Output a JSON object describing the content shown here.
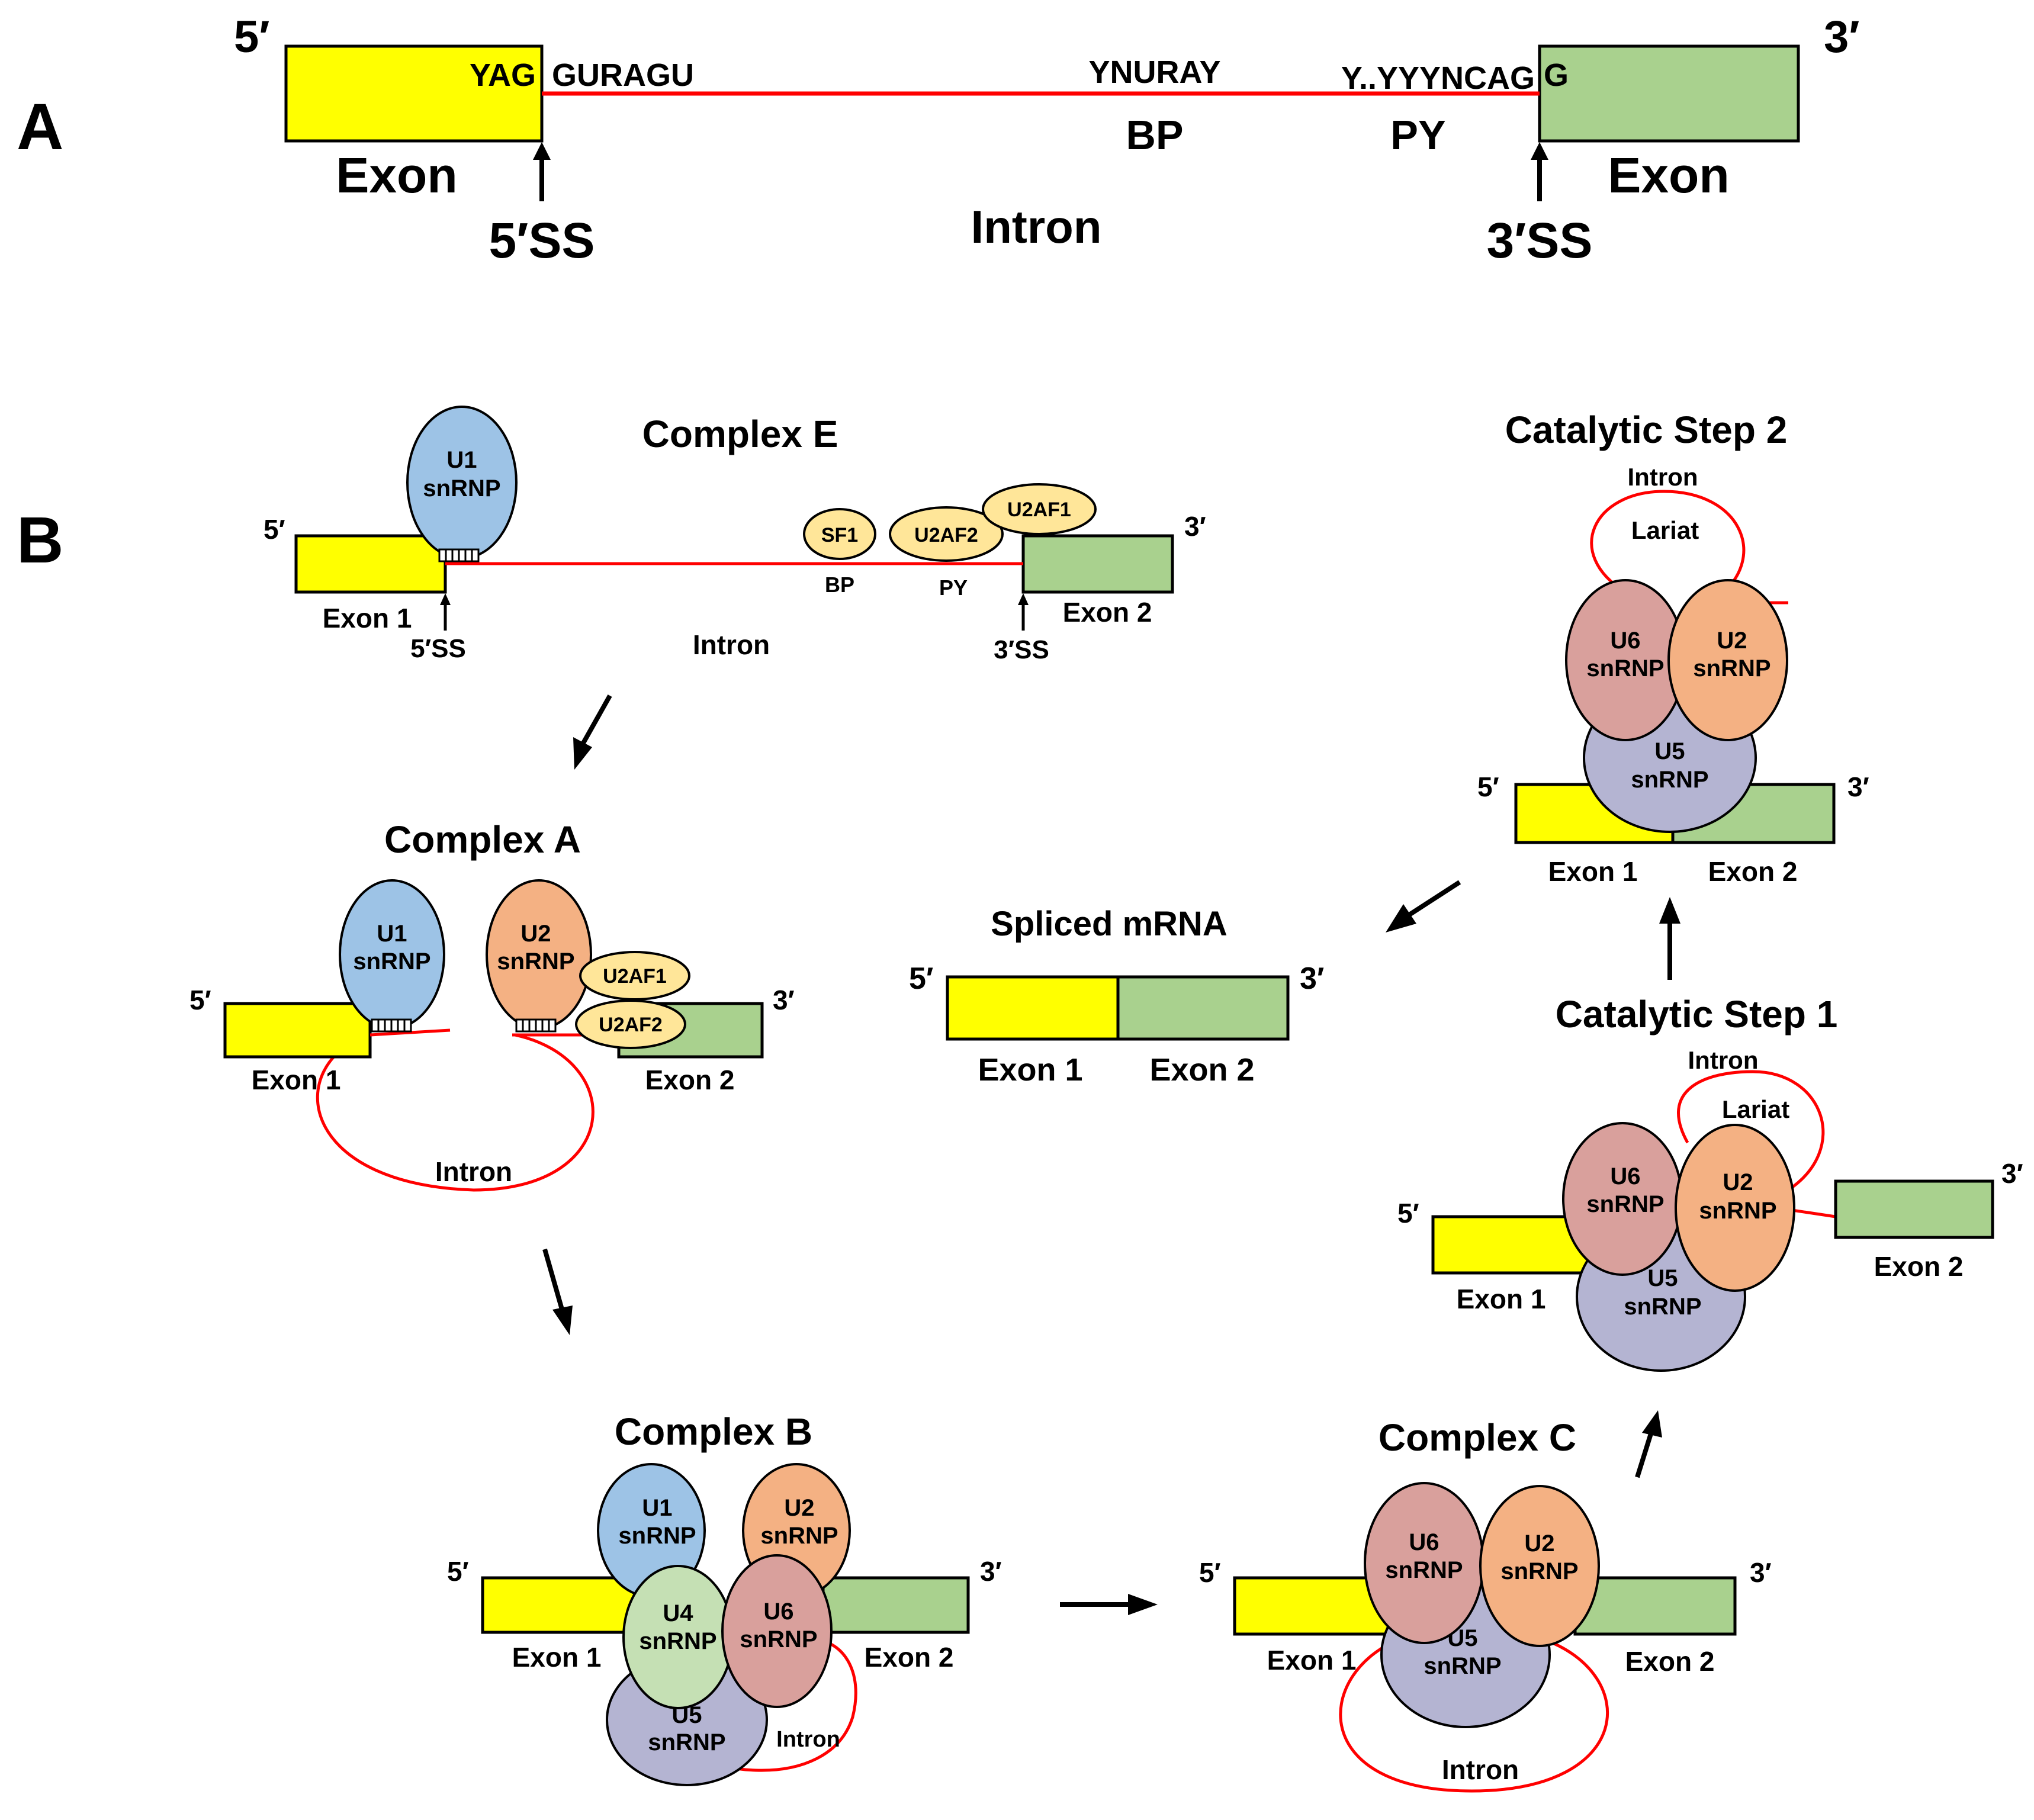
{
  "colors": {
    "exon1": "#ffff00",
    "exon2": "#a9d18e",
    "intron": "#ff0000",
    "u1": "#9dc3e6",
    "u2": "#f4b183",
    "u4": "#c5e0b4",
    "u5": "#b4b4d2",
    "u6": "#d9a09c",
    "factor": "#ffe699"
  },
  "panelA": {
    "label": "A",
    "five_prime": "5′",
    "three_prime": "3′",
    "yag": "YAG",
    "guragu": "GURAGU",
    "ynuray": "YNURAY",
    "py_seq": "Y..YYYNCAG",
    "g": "G",
    "exon_left": "Exon",
    "exon_right": "Exon",
    "bp": "BP",
    "py": "PY",
    "intron": "Intron",
    "ss5": "5′SS",
    "ss3": "3′SS"
  },
  "panelB": {
    "label": "B",
    "complexE": {
      "title": "Complex E",
      "five_prime": "5′",
      "three_prime": "3′",
      "u1_l1": "U1",
      "u1_l2": "snRNP",
      "sf1": "SF1",
      "u2af2": "U2AF2",
      "u2af1": "U2AF1",
      "exon1": "Exon 1",
      "exon2": "Exon 2",
      "ss5": "5′SS",
      "ss3": "3′SS",
      "intron": "Intron",
      "bp": "BP",
      "py": "PY"
    },
    "complexA": {
      "title": "Complex A",
      "five_prime": "5′",
      "three_prime": "3′",
      "u1_l1": "U1",
      "u1_l2": "snRNP",
      "u2_l1": "U2",
      "u2_l2": "snRNP",
      "u2af1": "U2AF1",
      "u2af2": "U2AF2",
      "exon1": "Exon 1",
      "exon2": "Exon 2",
      "intron": "Intron"
    },
    "complexB": {
      "title": "Complex B",
      "five_prime": "5′",
      "three_prime": "3′",
      "u1_l1": "U1",
      "u1_l2": "snRNP",
      "u2_l1": "U2",
      "u2_l2": "snRNP",
      "u4_l1": "U4",
      "u4_l2": "snRNP",
      "u6_l1": "U6",
      "u6_l2": "snRNP",
      "u5_l1": "U5",
      "u5_l2": "snRNP",
      "exon1": "Exon 1",
      "exon2": "Exon 2",
      "intron": "Intron"
    },
    "complexC": {
      "title": "Complex C",
      "five_prime": "5′",
      "three_prime": "3′",
      "u6_l1": "U6",
      "u6_l2": "snRNP",
      "u2_l1": "U2",
      "u2_l2": "snRNP",
      "u5_l1": "U5",
      "u5_l2": "snRNP",
      "exon1": "Exon 1",
      "exon2": "Exon 2",
      "intron": "Intron"
    },
    "step1": {
      "title": "Catalytic Step 1",
      "intron": "Intron",
      "lariat": "Lariat",
      "five_prime": "5′",
      "three_prime": "3′",
      "u6_l1": "U6",
      "u6_l2": "snRNP",
      "u2_l1": "U2",
      "u2_l2": "snRNP",
      "u5_l1": "U5",
      "u5_l2": "snRNP",
      "exon1": "Exon 1",
      "exon2": "Exon 2"
    },
    "step2": {
      "title": "Catalytic Step 2",
      "intron": "Intron",
      "lariat": "Lariat",
      "five_prime": "5′",
      "three_prime": "3′",
      "u6_l1": "U6",
      "u6_l2": "snRNP",
      "u2_l1": "U2",
      "u2_l2": "snRNP",
      "u5_l1": "U5",
      "u5_l2": "snRNP",
      "exon1": "Exon 1",
      "exon2": "Exon 2"
    },
    "spliced": {
      "title": "Spliced mRNA",
      "five_prime": "5′",
      "three_prime": "3′",
      "exon1": "Exon 1",
      "exon2": "Exon 2"
    }
  }
}
